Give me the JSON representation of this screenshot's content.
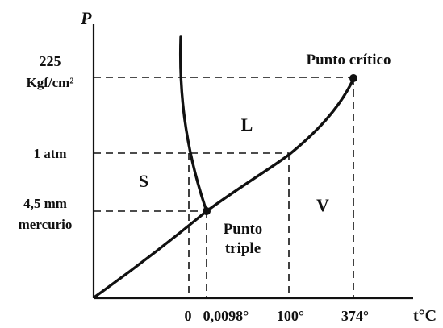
{
  "axes": {
    "y_label": "P",
    "x_label": "t°C"
  },
  "y_ticks": {
    "p225_value": "225",
    "p225_unit": "Kgf/cm²",
    "p1atm": "1 atm",
    "p45_value": "4,5 mm",
    "p45_unit": "mercurio"
  },
  "x_ticks": {
    "t0": "0",
    "t00098": "0,0098°",
    "t100": "100°",
    "t374": "374°"
  },
  "regions": {
    "solid": "S",
    "liquid": "L",
    "vapor": "V"
  },
  "points": {
    "critical": "Punto crítico",
    "triple_line1": "Punto",
    "triple_line2": "triple"
  }
}
